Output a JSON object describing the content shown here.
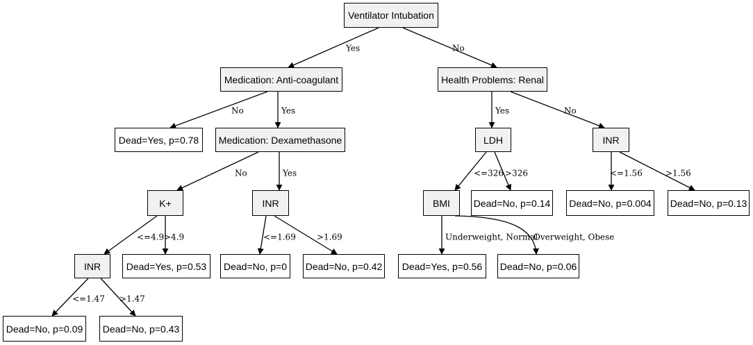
{
  "nodes": [
    {
      "id": "root",
      "label": "Ventilator Intubation",
      "kind": "split"
    },
    {
      "id": "anticoag",
      "label": "Medication: Anti-coagulant",
      "kind": "split"
    },
    {
      "id": "renal",
      "label": "Health Problems: Renal",
      "kind": "split"
    },
    {
      "id": "leaf_yes078",
      "label": "Dead=Yes, p=0.78",
      "kind": "leaf"
    },
    {
      "id": "dexa",
      "label": "Medication: Dexamethasone",
      "kind": "split"
    },
    {
      "id": "ldh",
      "label": "LDH",
      "kind": "split"
    },
    {
      "id": "inr_renal",
      "label": "INR",
      "kind": "split"
    },
    {
      "id": "kplus",
      "label": "K+",
      "kind": "split"
    },
    {
      "id": "inr_dexa",
      "label": "INR",
      "kind": "split"
    },
    {
      "id": "bmi",
      "label": "BMI",
      "kind": "split"
    },
    {
      "id": "leaf_no014",
      "label": "Dead=No, p=0.14",
      "kind": "leaf"
    },
    {
      "id": "leaf_no0004",
      "label": "Dead=No, p=0.004",
      "kind": "leaf"
    },
    {
      "id": "leaf_no013",
      "label": "Dead=No, p=0.13",
      "kind": "leaf"
    },
    {
      "id": "inr_k",
      "label": "INR",
      "kind": "split"
    },
    {
      "id": "leaf_yes053",
      "label": "Dead=Yes, p=0.53",
      "kind": "leaf"
    },
    {
      "id": "leaf_no0",
      "label": "Dead=No, p=0",
      "kind": "leaf"
    },
    {
      "id": "leaf_no042",
      "label": "Dead=No, p=0.42",
      "kind": "leaf"
    },
    {
      "id": "leaf_yes056",
      "label": "Dead=Yes, p=0.56",
      "kind": "leaf"
    },
    {
      "id": "leaf_no006",
      "label": "Dead=No, p=0.06",
      "kind": "leaf"
    },
    {
      "id": "leaf_no009",
      "label": "Dead=No, p=0.09",
      "kind": "leaf"
    },
    {
      "id": "leaf_no043",
      "label": "Dead=No, p=0.43",
      "kind": "leaf"
    }
  ],
  "edges": [
    {
      "from": "root",
      "to": "anticoag",
      "label": "Yes"
    },
    {
      "from": "root",
      "to": "renal",
      "label": "No"
    },
    {
      "from": "anticoag",
      "to": "leaf_yes078",
      "label": "No"
    },
    {
      "from": "anticoag",
      "to": "dexa",
      "label": "Yes"
    },
    {
      "from": "renal",
      "to": "ldh",
      "label": "Yes"
    },
    {
      "from": "renal",
      "to": "inr_renal",
      "label": "No"
    },
    {
      "from": "dexa",
      "to": "kplus",
      "label": "No"
    },
    {
      "from": "dexa",
      "to": "inr_dexa",
      "label": "Yes"
    },
    {
      "from": "ldh",
      "to": "bmi",
      "label": "<=326"
    },
    {
      "from": "ldh",
      "to": "leaf_no014",
      "label": ">326"
    },
    {
      "from": "inr_renal",
      "to": "leaf_no0004",
      "label": "<=1.56"
    },
    {
      "from": "inr_renal",
      "to": "leaf_no013",
      "label": ">1.56"
    },
    {
      "from": "kplus",
      "to": "inr_k",
      "label": "<=4.9"
    },
    {
      "from": "kplus",
      "to": "leaf_yes053",
      "label": ">4.9"
    },
    {
      "from": "inr_dexa",
      "to": "leaf_no0",
      "label": "<=1.69"
    },
    {
      "from": "inr_dexa",
      "to": "leaf_no042",
      "label": ">1.69"
    },
    {
      "from": "bmi",
      "to": "leaf_yes056",
      "label": "Underweight, Normal"
    },
    {
      "from": "bmi",
      "to": "leaf_no006",
      "label": "Overweight, Obese"
    },
    {
      "from": "inr_k",
      "to": "leaf_no009",
      "label": "<=1.47"
    },
    {
      "from": "inr_k",
      "to": "leaf_no043",
      "label": ">1.47"
    }
  ]
}
